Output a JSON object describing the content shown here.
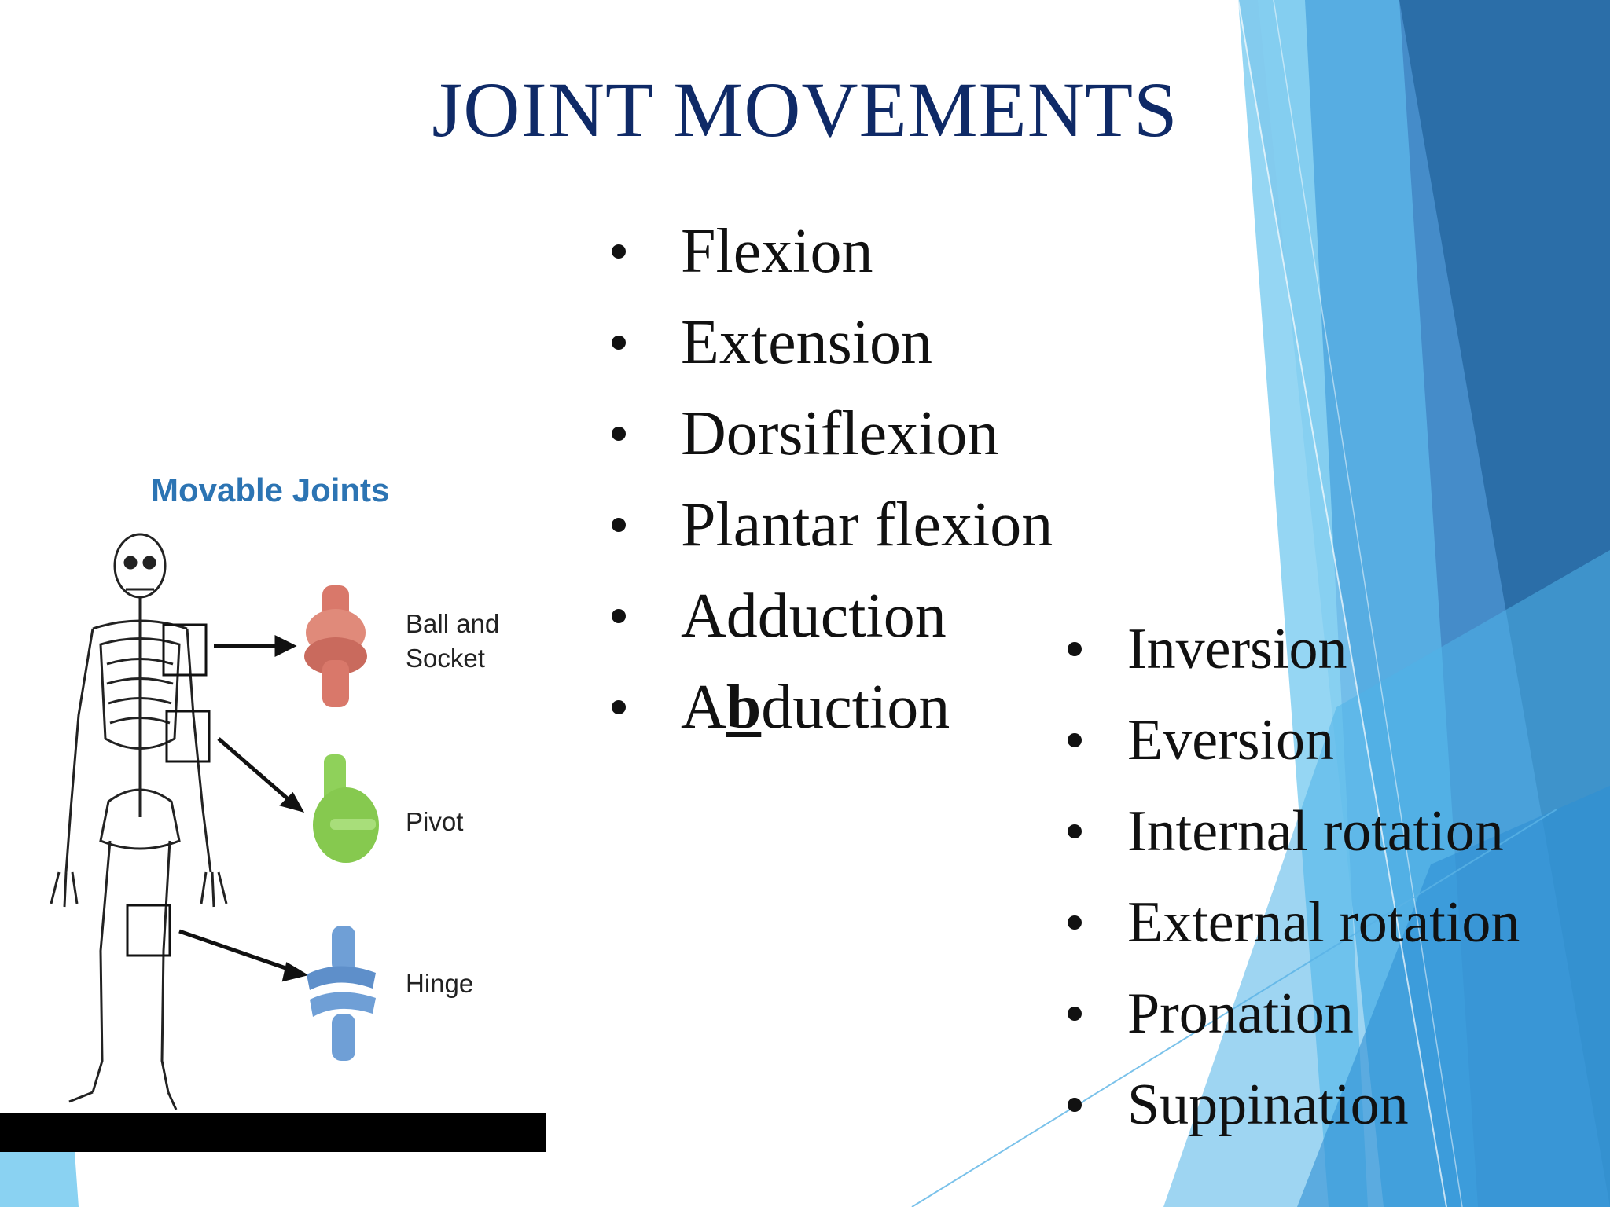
{
  "slide": {
    "title": "JOINT MOVEMENTS",
    "movements_left": [
      "Flexion",
      "Extension",
      "Dorsiflexion",
      "Plantar flexion",
      "Adduction"
    ],
    "abduction": {
      "prefix": "A",
      "underlined": "b",
      "suffix": "duction"
    },
    "movements_right": [
      "Inversion",
      "Eversion",
      "Internal rotation",
      "External rotation",
      "Pronation",
      "Suppination"
    ]
  },
  "figure": {
    "title": "Movable Joints",
    "labels": {
      "ball_line1": "Ball and",
      "ball_line2": "Socket",
      "pivot": "Pivot",
      "hinge": "Hinge"
    }
  },
  "colors": {
    "title": "#0f2a67",
    "accent_dark": "#1f5f99",
    "accent_light": "#7fd0f0",
    "ball_joint": "#d9786a",
    "pivot_joint": "#8fd15a",
    "hinge_joint": "#6f9fd6"
  }
}
